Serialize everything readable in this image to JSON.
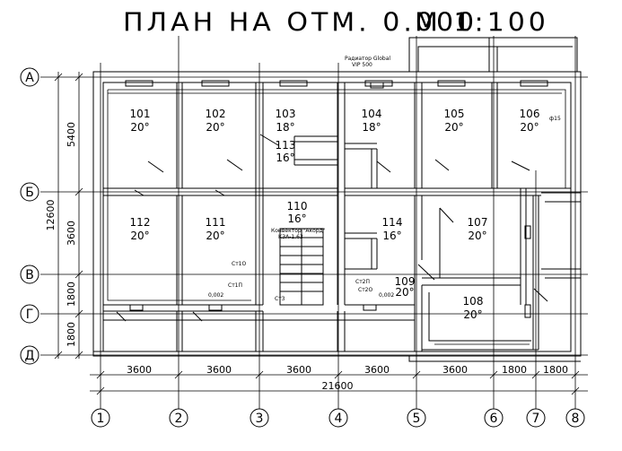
{
  "title": {
    "plan": "ПЛАН  НА  ОТМ.  0.000",
    "scale": "М 1:100"
  },
  "axes": {
    "letters": [
      "А",
      "Б",
      "В",
      "Г",
      "Д"
    ],
    "numbers": [
      "1",
      "2",
      "3",
      "4",
      "5",
      "6",
      "7",
      "8"
    ]
  },
  "dimensions": {
    "bottom": [
      "3600",
      "3600",
      "3600",
      "3600",
      "3600",
      "1800",
      "1800"
    ],
    "total": "21600",
    "left": [
      "5400",
      "3600",
      "1800",
      "1800"
    ],
    "left_total": "12600"
  },
  "rooms": [
    {
      "num": "101",
      "temp": "20°"
    },
    {
      "num": "102",
      "temp": "20°"
    },
    {
      "num": "103",
      "temp": "18°"
    },
    {
      "num": "104",
      "temp": "18°"
    },
    {
      "num": "105",
      "temp": "20°"
    },
    {
      "num": "106",
      "temp": "20°"
    },
    {
      "num": "113",
      "temp": "16°"
    },
    {
      "num": "112",
      "temp": "20°"
    },
    {
      "num": "111",
      "temp": "20°"
    },
    {
      "num": "110",
      "temp": "16°"
    },
    {
      "num": "114",
      "temp": "16°"
    },
    {
      "num": "107",
      "temp": "20°"
    },
    {
      "num": "109",
      "temp": "20°"
    },
    {
      "num": "108",
      "temp": "20°"
    }
  ],
  "notes": {
    "radiator": "Радиатор Global",
    "radiator_sub": "VIP 500",
    "convector": "Конвектор \"Акорд\"",
    "convector_sub": "КЗА-1,63",
    "st1o": "Ст1О",
    "st1p": "Ст1П",
    "st3": "Ст3",
    "st2p": "Ст2П",
    "st2o": "Ст2О",
    "size_0002": "0,002",
    "size_0002b": "0,002",
    "d15": "ф15"
  }
}
